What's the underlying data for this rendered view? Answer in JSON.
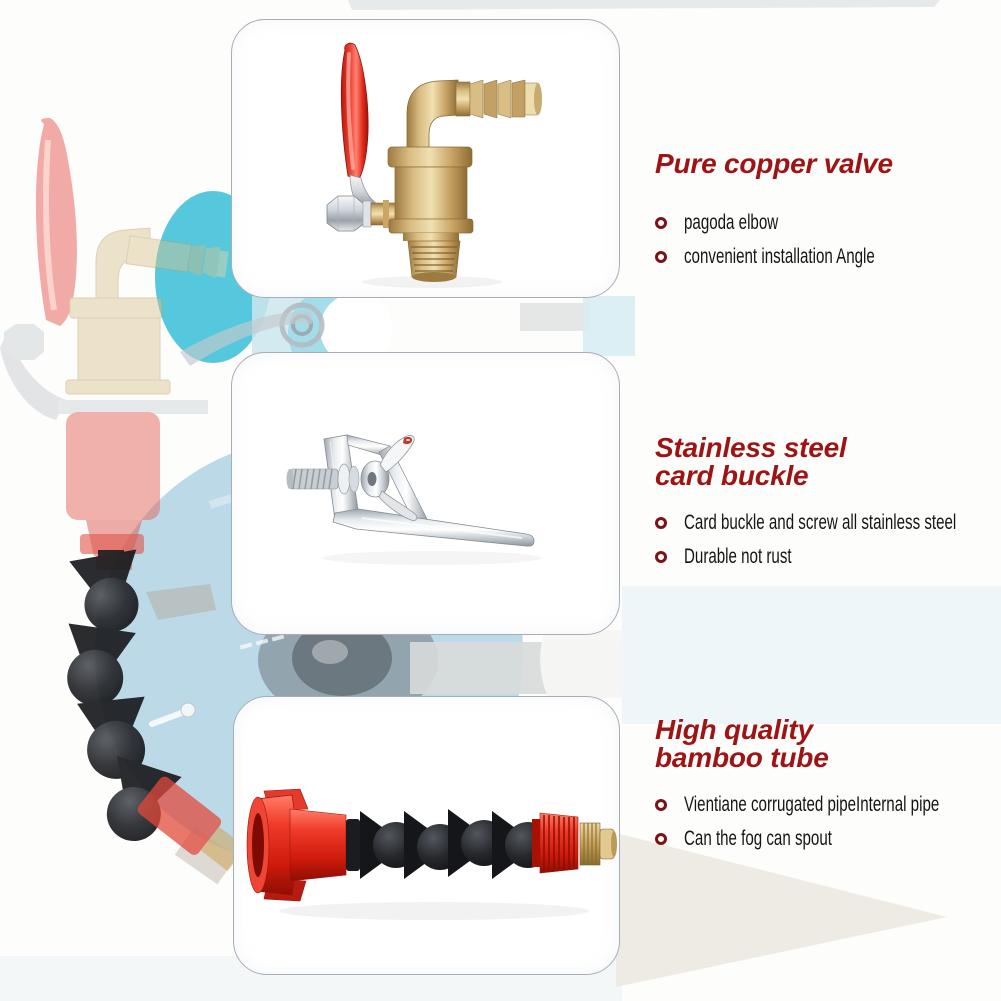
{
  "meta": {
    "kind": "product-feature-infographic"
  },
  "colors": {
    "title": "#9e1414",
    "ring": "#7d1215",
    "text": "#171513",
    "cardBorder": "#a7aeb6",
    "accentRed": "#e02315",
    "teal": "#3fc0d8",
    "bladeBlue": "#7cb6d4"
  },
  "sections": [
    {
      "photo": "brass-valve-photo",
      "title": "Pure copper valve",
      "bullets": [
        "pagoda elbow",
        "convenient installation Angle"
      ]
    },
    {
      "photo": "steel-card-buckle-photo",
      "title": "Stainless steel\ncard buckle",
      "bullets": [
        "Card buckle and screw all stainless steel",
        "Durable not rust"
      ]
    },
    {
      "photo": "flexible-bamboo-tube-photo",
      "title": "High quality\nbamboo tube",
      "bullets": [
        "Vientiane corrugated pipeInternal pipe",
        "Can the fog can spout"
      ]
    }
  ]
}
